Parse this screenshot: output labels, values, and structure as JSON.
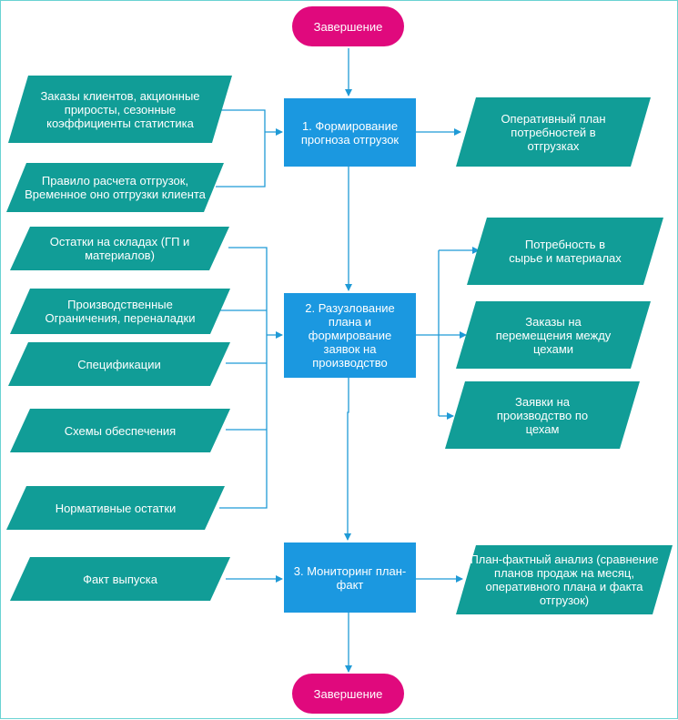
{
  "colors": {
    "terminal": "#e0097d",
    "process": "#1b98e0",
    "data": "#119d97",
    "connector": "#1f9ad6",
    "border": "#6ad3d3"
  },
  "terminals": {
    "start": "Завершение",
    "end": "Завершение"
  },
  "processes": {
    "p1": "1. Формирование прогноза отгрузок",
    "p2": "2. Разузлование плана и формирование заявок на производство",
    "p3": "3. Мониторинг план-факт"
  },
  "inputs": {
    "orders": "Заказы клиентов, акционные приросты, сезонные коэффициенты статистика",
    "rule": "Правило расчета отгрузок, Временное оно отгрузки клиента",
    "stocks": "Остатки на складах (ГП и материалов)",
    "constraints": "Производственные Ограничения, переналадки",
    "specs": "Спецификации",
    "schemes": "Схемы обеспечения",
    "norms": "Нормативные остатки",
    "fact": "Факт выпуска"
  },
  "outputs": {
    "operational": "Оперативный план потребностей в отгрузках",
    "materials": "Потребность в сырье и материалах",
    "transfers": "Заказы на перемещения между цехами",
    "requests": "Заявки на производство по цехам",
    "analysis": "План-фактный анализ (сравнение планов продаж на месяц, оперативного плана и факта отгрузок)"
  }
}
